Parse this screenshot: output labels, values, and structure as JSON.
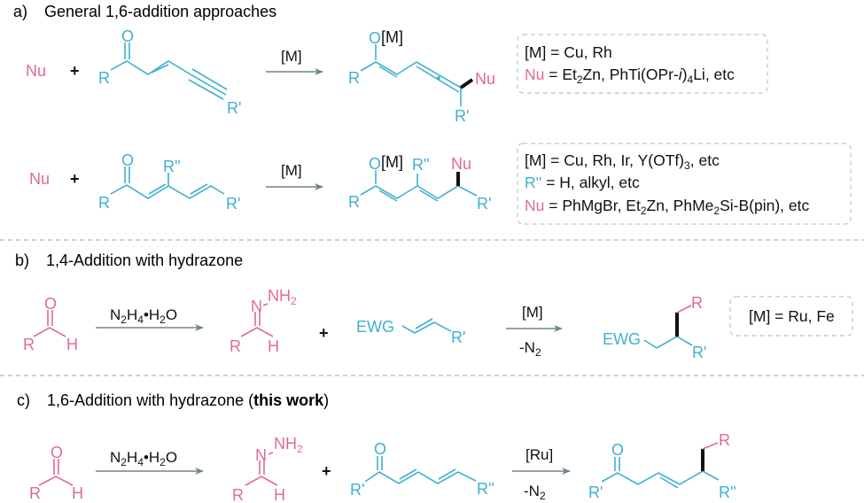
{
  "figure": {
    "colors": {
      "nucleophile": "#e0699a",
      "substrate": "#3fb0cf",
      "text": "#111111",
      "arrow": "#6f8585",
      "dashed": "#a9bcbc"
    },
    "sections": [
      {
        "id": "a",
        "label": "a)",
        "title": "General 1,6-addition approaches",
        "reactions": [
          {
            "reactant1": "Nu",
            "plus": "+",
            "substrate_atoms": {
              "o": "O",
              "r": "R",
              "r1": "R'"
            },
            "reagent_above": "[M]",
            "product_atoms": {
              "o": "O",
              "m": "[M]",
              "r": "R",
              "nu": "Nu",
              "r1": "R'"
            },
            "note": [
              {
                "prefix": "[M]",
                "prefix_color": "text",
                "text": " = Cu, Rh"
              },
              {
                "prefix": "Nu",
                "prefix_color": "nucleophile",
                "text_parts": [
                  " = Et",
                  "2",
                  "Zn, PhTi(OPr-",
                  "i",
                  ")",
                  "4",
                  "Li, etc"
                ]
              }
            ]
          },
          {
            "reactant1": "Nu",
            "plus": "+",
            "substrate_atoms": {
              "o": "O",
              "r": "R",
              "r2": "R''",
              "r1": "R'"
            },
            "reagent_above": "[M]",
            "product_atoms": {
              "o": "O",
              "m": "[M]",
              "r": "R",
              "r2": "R''",
              "nu": "Nu",
              "r1": "R'"
            },
            "note": [
              {
                "prefix": "[M]",
                "text_parts": [
                  " = Cu, Rh, Ir, Y(OTf)",
                  "3",
                  ", etc"
                ]
              },
              {
                "prefix": "R''",
                "prefix_color": "substrate",
                "text": " = H, alkyl, etc"
              },
              {
                "prefix": "Nu",
                "prefix_color": "nucleophile",
                "text_parts": [
                  " = PhMgBr, Et",
                  "2",
                  "Zn, PhMe",
                  "2",
                  "Si-B(pin), etc"
                ]
              }
            ]
          }
        ]
      },
      {
        "id": "b",
        "label": "b)",
        "title": "1,4-Addition with hydrazone",
        "aldehyde_atoms": {
          "o": "O",
          "r": "R",
          "h": "H"
        },
        "reagent1_parts": [
          "N",
          "2",
          "H",
          "4",
          "•H",
          "2",
          "O"
        ],
        "hydrazone_atoms": {
          "n": "N",
          "nh2": "NH",
          "nh2_sub": "2",
          "r": "R",
          "h": "H"
        },
        "plus": "+",
        "acceptor_atoms": {
          "ewg": "EWG",
          "r1": "R'"
        },
        "reagent2_above": "[M]",
        "reagent2_below_parts": [
          "-N",
          "2"
        ],
        "product_atoms": {
          "ewg": "EWG",
          "r": "R",
          "r1": "R'"
        },
        "note": "[M] = Ru, Fe"
      },
      {
        "id": "c",
        "label": "c)",
        "title_plain": "1,6-Addition with hydrazone (",
        "title_bold": "this work",
        "title_end": ")",
        "aldehyde_atoms": {
          "o": "O",
          "r": "R",
          "h": "H"
        },
        "reagent1_parts": [
          "N",
          "2",
          "H",
          "4",
          "•H",
          "2",
          "O"
        ],
        "hydrazone_atoms": {
          "n": "N",
          "nh2": "NH",
          "nh2_sub": "2",
          "r": "R",
          "h": "H"
        },
        "plus": "+",
        "acceptor_atoms": {
          "o": "O",
          "r1": "R'",
          "r2": "R''"
        },
        "reagent2_above": "[Ru]",
        "reagent2_below_parts": [
          "-N",
          "2"
        ],
        "product_atoms": {
          "o": "O",
          "r1": "R'",
          "r": "R",
          "r2": "R''"
        }
      }
    ]
  }
}
